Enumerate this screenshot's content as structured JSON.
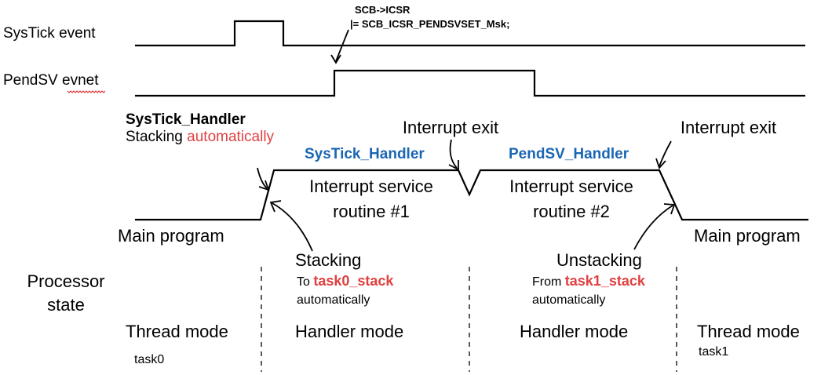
{
  "signals": {
    "systick_label": "SysTick event",
    "pendsv_label": "PendSV evnet"
  },
  "code_note": {
    "line1": "SCB->ICSR",
    "line2": "|=  SCB_ICSR_PENDSVSET_Msk;"
  },
  "entry": {
    "handler": "SysTick_Handler",
    "stacking_prefix": "Stacking ",
    "stacking_highlight": "automatically"
  },
  "isr1": {
    "handler": "SysTick_Handler",
    "line1": "Interrupt service",
    "line2": "routine #1"
  },
  "isr2": {
    "handler": "PendSV_Handler",
    "line1": "Interrupt service",
    "line2": "routine #2"
  },
  "interrupt_exit_1": "Interrupt exit",
  "interrupt_exit_2": "Interrupt exit",
  "main_program_left": "Main program",
  "main_program_right": "Main program",
  "stacking": {
    "title": "Stacking",
    "prefix": "To ",
    "stack": "task0_stack",
    "suffix": "automatically"
  },
  "unstacking": {
    "title": "Unstacking",
    "prefix": "From ",
    "stack": "task1_stack",
    "suffix": "automatically"
  },
  "processor_state": {
    "line1": "Processor",
    "line2": "state"
  },
  "modes": {
    "col1": {
      "mode": "Thread mode",
      "task": "task0"
    },
    "col2": {
      "mode": "Handler mode"
    },
    "col3": {
      "mode": "Handler mode"
    },
    "col4": {
      "mode": "Thread mode",
      "task": "task1"
    }
  },
  "colors": {
    "handler_blue": "#1a66b3",
    "highlight_red": "#e04040",
    "line": "#000000"
  }
}
